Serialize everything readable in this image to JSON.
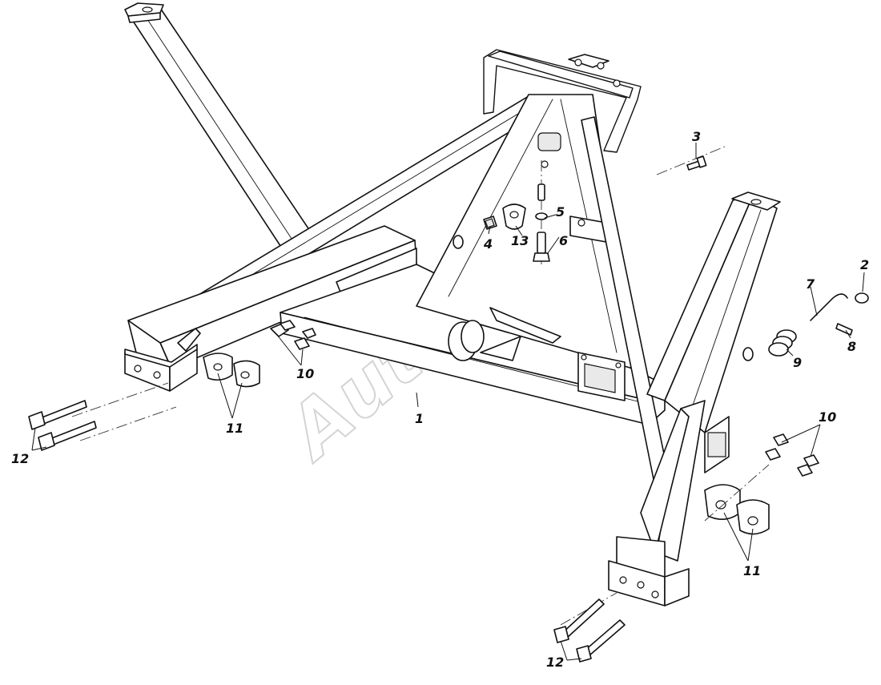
{
  "watermark": "AutoSoft",
  "callouts": {
    "c1": "1",
    "c2": "2",
    "c3": "3",
    "c4": "4",
    "c5": "5",
    "c6": "6",
    "c7": "7",
    "c8": "8",
    "c9": "9",
    "c10_left": "10",
    "c10_right": "10",
    "c11_left": "11",
    "c11_right": "11",
    "c12_left": "12",
    "c12_right": "12",
    "c13": "13"
  }
}
